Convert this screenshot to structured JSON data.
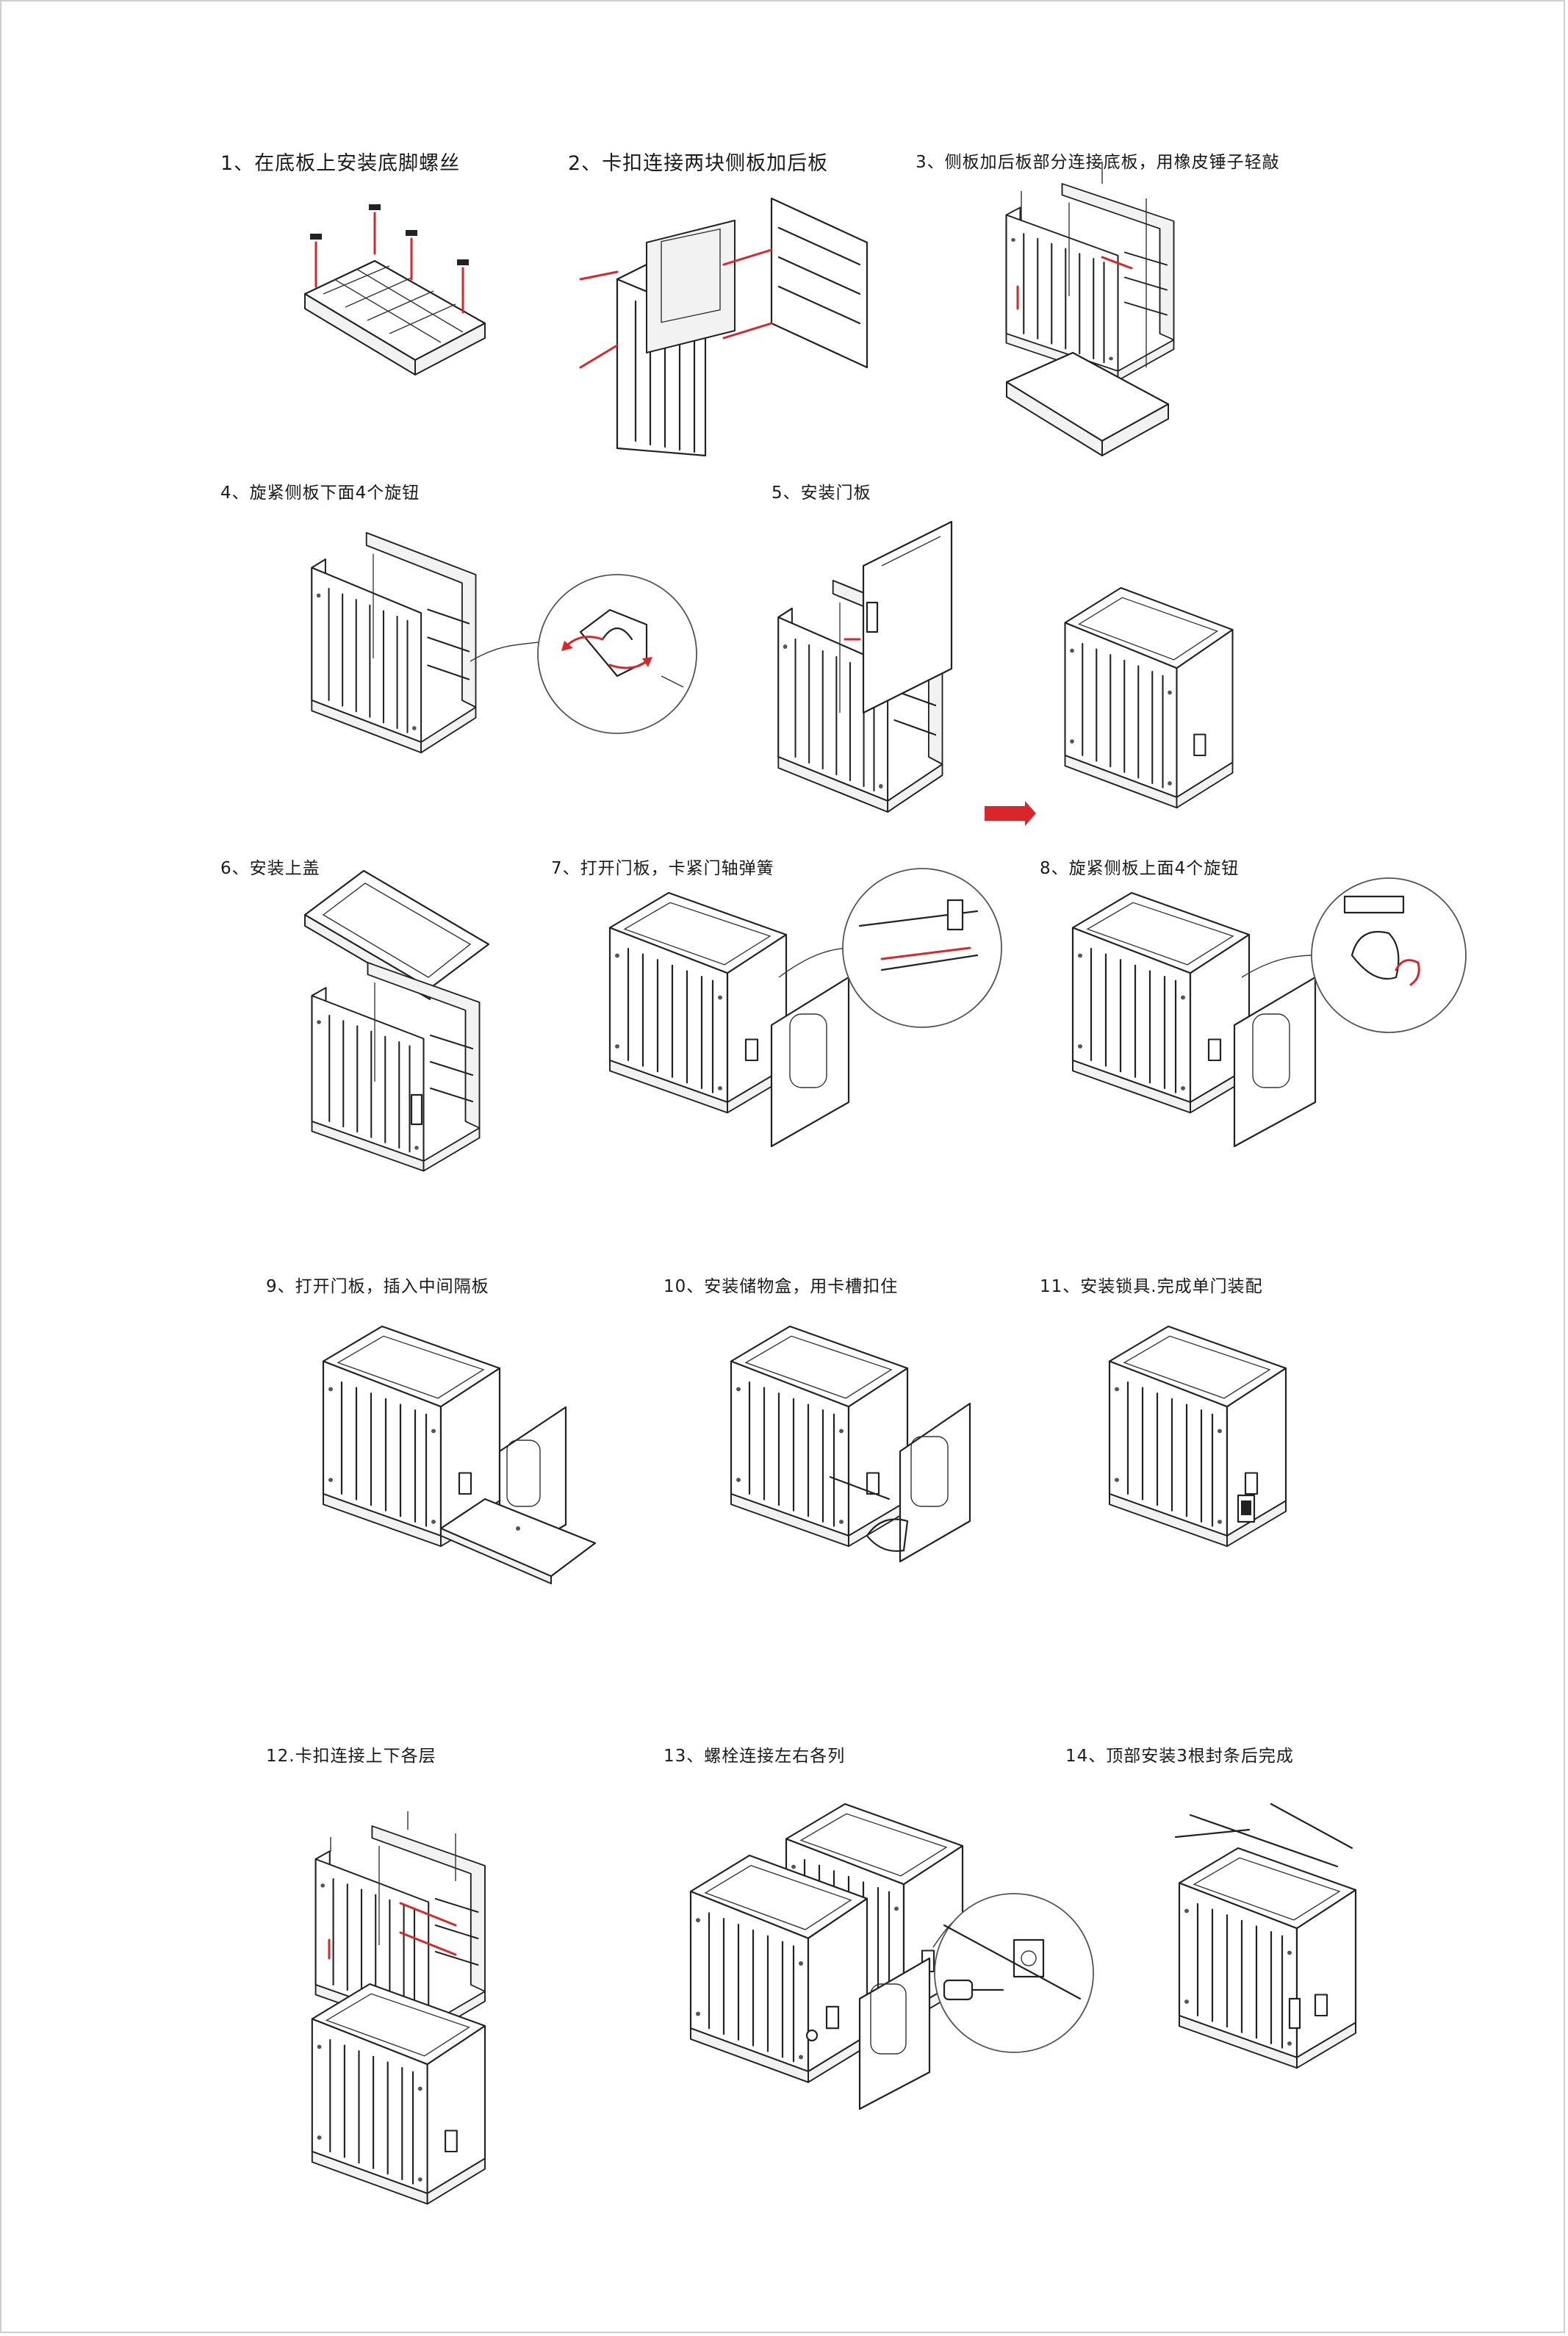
{
  "steps": [
    {
      "label": "1、在底板上安装底脚螺丝"
    },
    {
      "label": "2、卡扣连接两块侧板加后板"
    },
    {
      "label": "3、侧板加后板部分连接底板，用橡皮锤子轻敲"
    },
    {
      "label": "4、旋紧侧板下面4个旋钮"
    },
    {
      "label": "5、安装门板"
    },
    {
      "label": "6、安装上盖"
    },
    {
      "label": "7、打开门板，卡紧门轴弹簧"
    },
    {
      "label": "8、旋紧侧板上面4个旋钮"
    },
    {
      "label": "9、打开门板，插入中间隔板"
    },
    {
      "label": "10、安装储物盒，用卡槽扣住"
    },
    {
      "label": "11、安装锁具.完成单门装配"
    },
    {
      "label": "12.卡扣连接上下各层"
    },
    {
      "label": "13、螺栓连接左右各列"
    },
    {
      "label": "14、顶部安装3根封条后完成"
    }
  ],
  "colors": {
    "line": "#222222",
    "accent": "#d8262a",
    "background": "#ffffff"
  }
}
